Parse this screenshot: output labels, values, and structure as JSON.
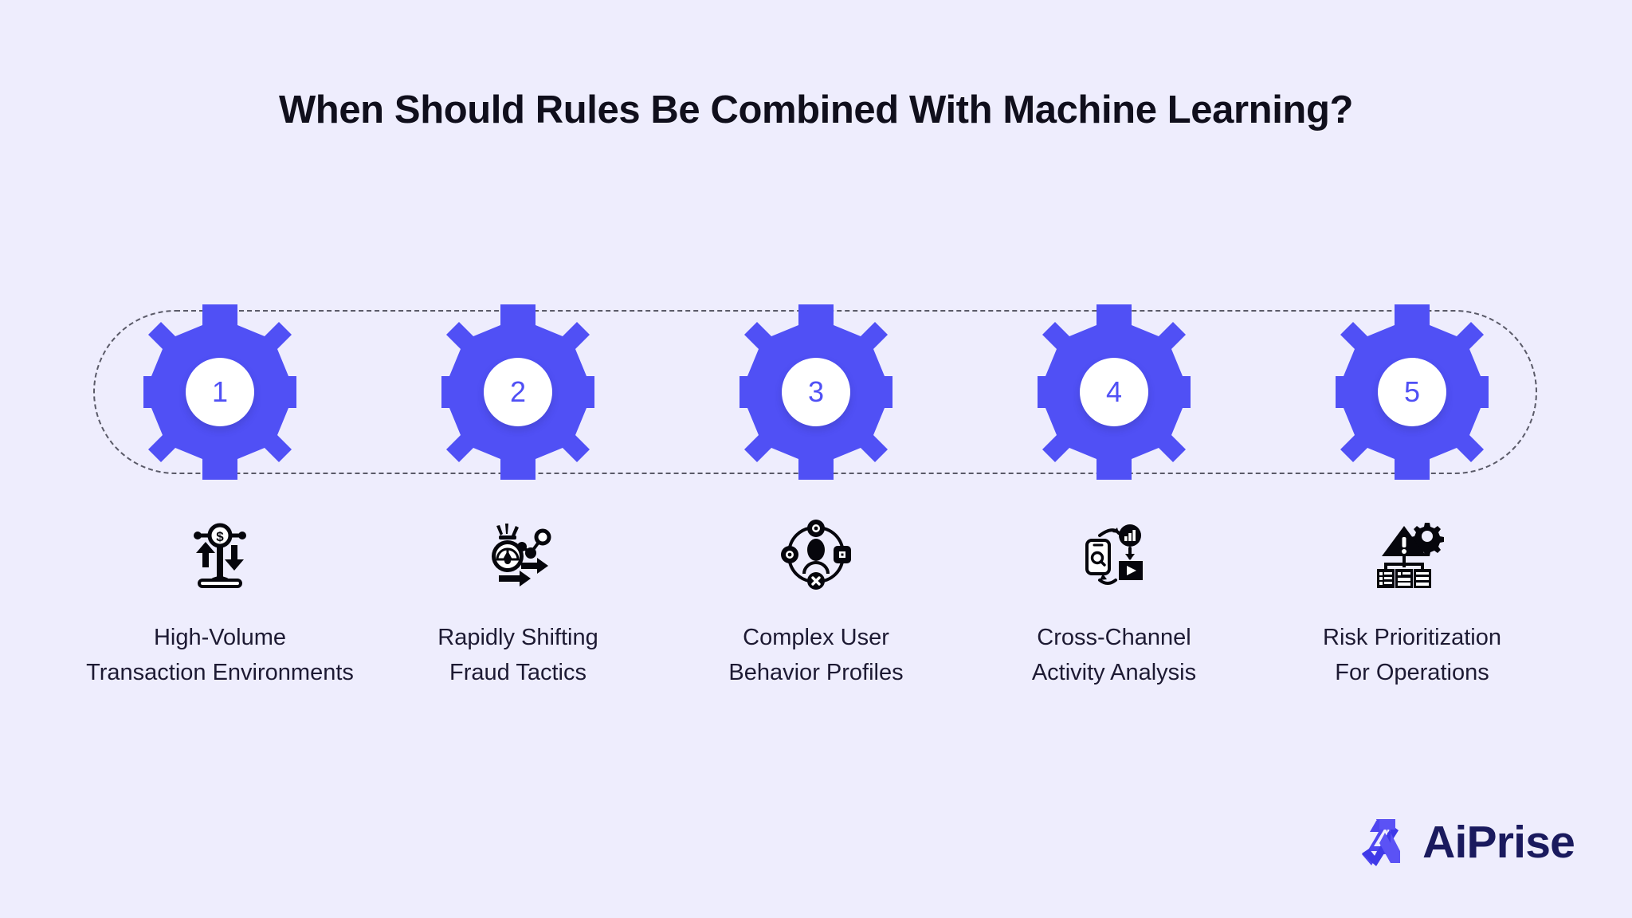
{
  "page": {
    "background_color": "#EEEDFD",
    "title": "When Should Rules Be Combined With Machine Learning?",
    "title_color": "#100F1C"
  },
  "colors": {
    "gear_blue": "#5050F5",
    "hub_white": "#FFFFFF",
    "number_blue": "#5050F5",
    "label_navy": "#1D1A33",
    "track_dash": "#5A5A68",
    "logo_navy": "#1A1A5E",
    "logo_mark_blue": "#4F46F0"
  },
  "track": {
    "style": "dashed-stadium"
  },
  "steps": [
    {
      "number": "1",
      "icon": "transaction-volume-balance-icon",
      "label": "High-Volume\nTransaction Environments"
    },
    {
      "number": "2",
      "icon": "fraud-tactics-shift-icon",
      "label": "Rapidly Shifting\nFraud Tactics"
    },
    {
      "number": "3",
      "icon": "user-behavior-network-icon",
      "label": "Complex User\nBehavior Profiles"
    },
    {
      "number": "4",
      "icon": "cross-channel-cycle-icon",
      "label": "Cross-Channel\nActivity Analysis"
    },
    {
      "number": "5",
      "icon": "risk-alert-priority-icon",
      "label": "Risk Prioritization\nFor Operations"
    }
  ],
  "logo": {
    "name": "AiPrise",
    "mark": "aiprise-logo-mark"
  }
}
